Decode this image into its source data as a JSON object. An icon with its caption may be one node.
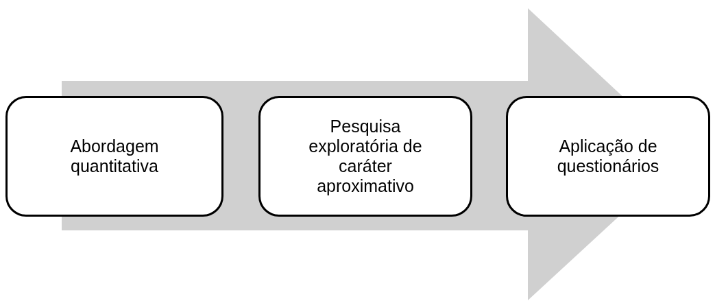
{
  "diagram": {
    "nodes": [
      {
        "text": [
          "Abordagem quantitativa"
        ]
      },
      {
        "text": [
          "Pesquisa exploratória de caráter aproximativo"
        ]
      },
      {
        "text": [
          "Aplicação de questionários"
        ]
      }
    ],
    "edges": [
      {
        "from": 0,
        "to": 2,
        "arrow": "to"
      }
    ]
  }
}
